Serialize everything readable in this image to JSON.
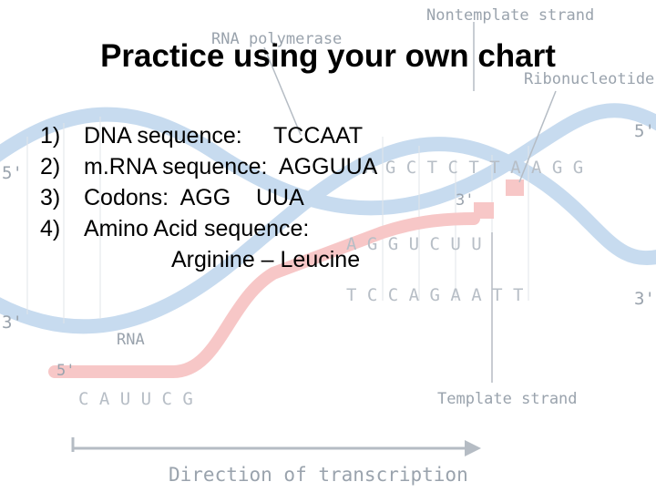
{
  "title": "Practice using your own chart",
  "items": [
    {
      "number": "1)",
      "text": "DNA sequence:     TCCAAT"
    },
    {
      "number": "2)",
      "text": "m.RNA sequence:  AGGUUA"
    },
    {
      "number": "3)",
      "text": "Codons:  AGG    UUA"
    },
    {
      "number": "4)",
      "text": "Amino Acid sequence:"
    }
  ],
  "amino_acid_result": "Arginine – Leucine",
  "diagram": {
    "labels": {
      "rna_polymerase": "RNA polymerase",
      "nontemplate_strand": "Nontemplate strand",
      "ribonucleotide": "Ribonucleotide",
      "rna": "RNA",
      "template_strand": "Template strand",
      "direction": "Direction of transcription",
      "five_prime": "5'",
      "three_prime": "3'"
    },
    "rna_bases": "C A U U C G",
    "top_bases": "A G C T C T T A A G G",
    "middle_bases": "A G G U C U U",
    "bottom_bases": "T C C A G A A T T",
    "colors": {
      "dna": "#c7dbef",
      "rna": "#f7c7c7",
      "text": "#000000"
    }
  }
}
